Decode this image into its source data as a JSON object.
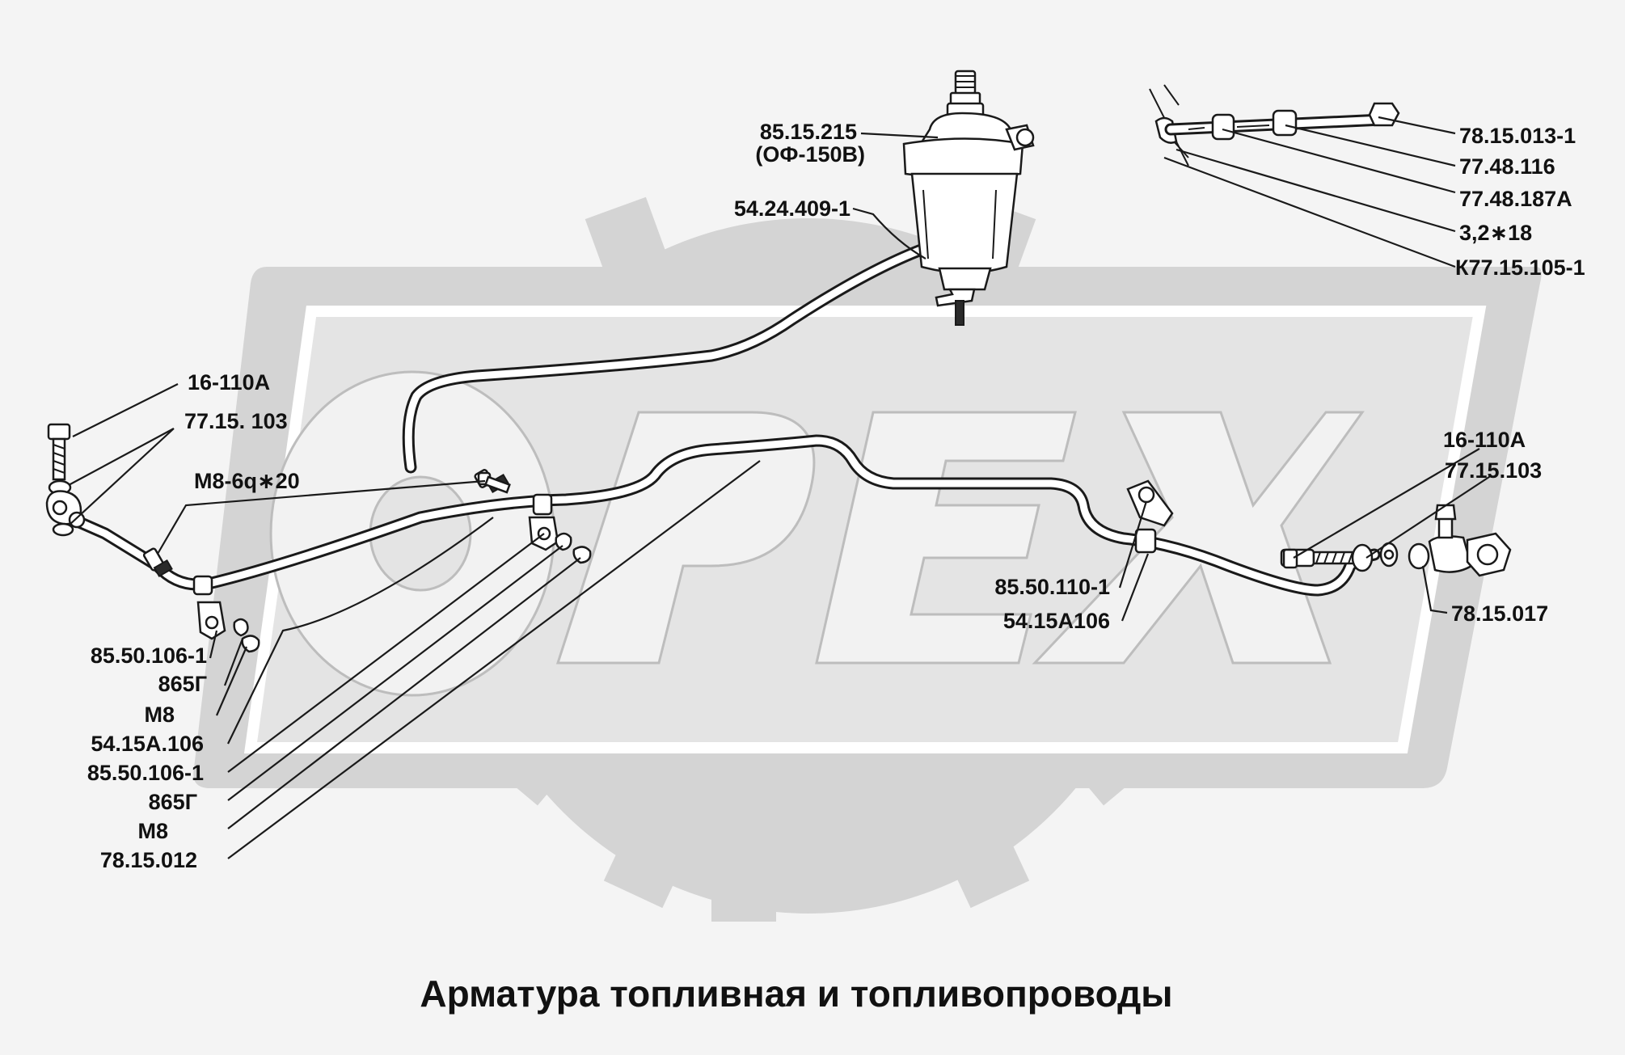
{
  "watermark": {
    "text": "OPEX"
  },
  "caption": "Арматура топливная и топливопроводы",
  "callouts": {
    "filter_part": "85.15.215",
    "filter_model": "(ОФ-150В)",
    "filter_tube": "54.24.409-1",
    "top_fitting": "78.15.013-1",
    "top_sleeve": "77.48.116",
    "top_nut": "77.48.187А",
    "top_pin": "3,2∗18",
    "top_bracket": "К77.15.105-1",
    "left_bolt": "16-110А",
    "left_washer": "77.15. 103",
    "left_screw": "М8-6q∗20",
    "left_clamp": "85.50.106-1",
    "left_lockwasher": "865Г",
    "left_nut": "М8",
    "mid_pad": "54.15А.106",
    "mid_clamp": "85.50.106-1",
    "mid_lockwasher": "865Г",
    "mid_nut": "М8",
    "main_tube": "78.15.012",
    "right_bolt": "16-110А",
    "right_washer": "77.15.103",
    "right_clamp": "85.50.110-1",
    "right_pad": "54.15А106",
    "right_union": "78.15.017"
  }
}
